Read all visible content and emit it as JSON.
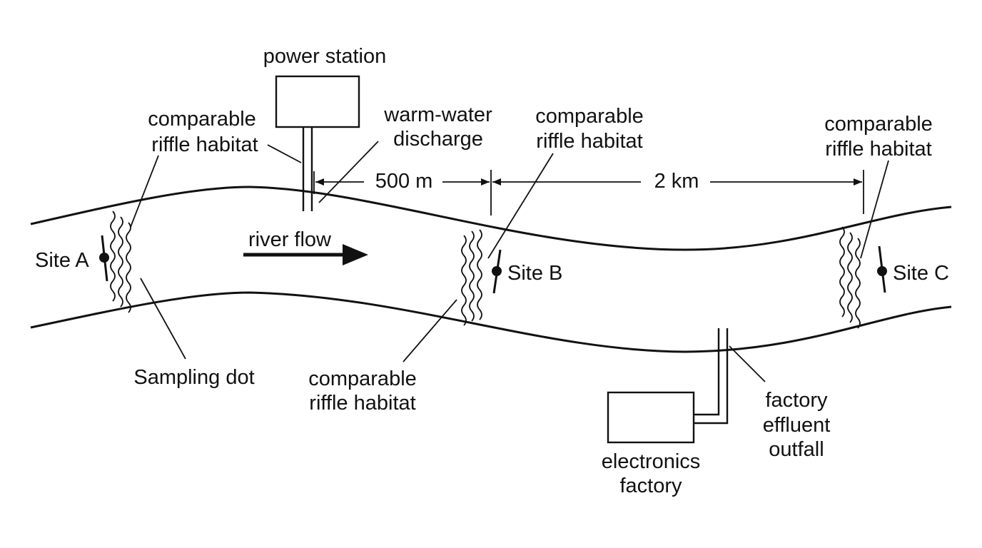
{
  "labels": {
    "power_station": "power station",
    "warm_water_1": "warm-water",
    "warm_water_2": "discharge",
    "riffle_a_1": "comparable",
    "riffle_a_2": "riffle habitat",
    "riffle_b_top_1": "comparable",
    "riffle_b_top_2": "riffle habitat",
    "riffle_c_1": "comparable",
    "riffle_c_2": "riffle habitat",
    "riffle_b_bottom_1": "comparable",
    "riffle_b_bottom_2": "riffle habitat",
    "distance_1": "500 m",
    "distance_2": "2 km",
    "river_flow": "river flow",
    "site_a": "Site A",
    "site_b": "Site B",
    "site_c": "Site C",
    "sampling_dot": "Sampling dot",
    "factory_outfall_1": "factory",
    "factory_outfall_2": "effluent",
    "factory_outfall_3": "outfall",
    "electronics_factory_1": "electronics",
    "electronics_factory_2": "factory"
  }
}
